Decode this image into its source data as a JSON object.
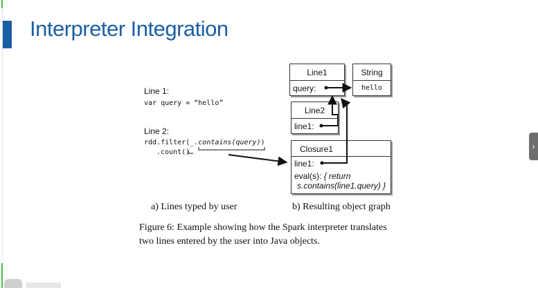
{
  "slide": {
    "title": "Interpreter Integration",
    "nav_next_icon": "chevron-right-icon"
  },
  "left_panel": {
    "line1_label": "Line 1:",
    "line1_code": "var query = “hello”",
    "line2_label": "Line 2:",
    "line2_code_prefix": "rdd.filter(",
    "line2_code_lambda": "_.contains(query)",
    "line2_code_suffix": ")",
    "line2_code_count": ".count()"
  },
  "graph": {
    "line1_box": {
      "title": "Line1",
      "field": "query:"
    },
    "string_box": {
      "title": "String",
      "value": "hello"
    },
    "line2_box": {
      "title": "Line2",
      "field": "line1:"
    },
    "closure_box": {
      "title": "Closure1",
      "field": "line1:",
      "eval_prefix": "eval(s): ",
      "eval_body1": "{ return",
      "eval_body2": "s.contains(line1.query) }"
    }
  },
  "captions": {
    "a": "a) Lines typed by user",
    "b": "b) Resulting object graph",
    "figure_line1": "Figure 6: Example showing how the Spark interpreter translates",
    "figure_line2": "two lines entered by the user into Java objects."
  }
}
